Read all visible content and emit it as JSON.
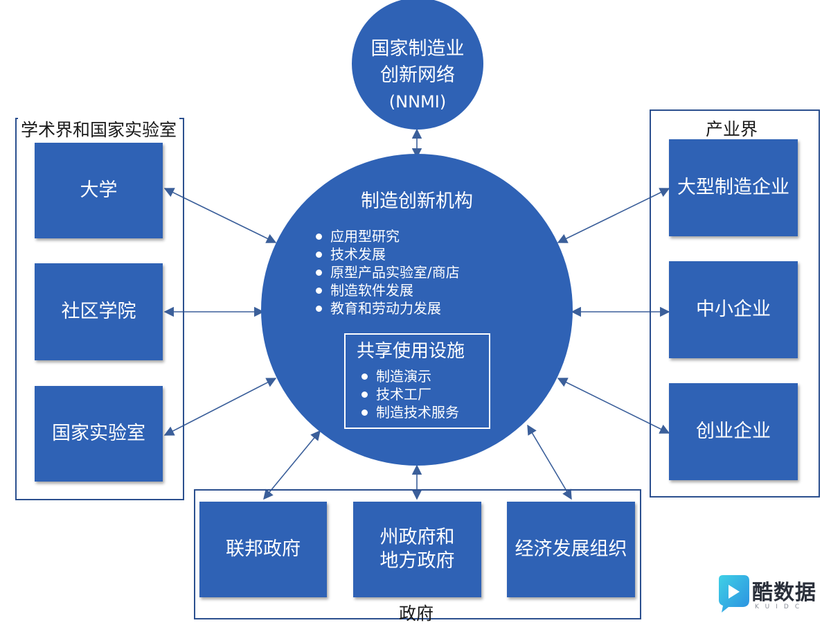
{
  "top_circle": {
    "lines": [
      "国家制造业",
      "创新网络",
      "(NNMI)"
    ]
  },
  "hub": {
    "title": "制造创新机构",
    "bullets": [
      "应用型研究",
      "技术发展",
      "原型产品实验室/商店",
      "制造软件发展",
      "教育和劳动力发展"
    ],
    "shared": {
      "title": "共享使用设施",
      "bullets": [
        "制造演示",
        "技术工厂",
        "制造技术服务"
      ]
    }
  },
  "left_group": {
    "title": "学术界和国家实验室",
    "items": [
      "大学",
      "社区学院",
      "国家实验室"
    ]
  },
  "right_group": {
    "title": "产业界",
    "items": [
      "大型制造企业",
      "中小企业",
      "创业企业"
    ]
  },
  "bottom_group": {
    "title": "政府",
    "items": [
      {
        "line1": "联邦政府",
        "line2": ""
      },
      {
        "line1": "州政府和",
        "line2": "地方政府"
      },
      {
        "line1": "经济发展组织",
        "line2": ""
      }
    ]
  },
  "watermark": {
    "text": "酷数据",
    "sub": "KUIDC"
  },
  "colors": {
    "node_blue": "#2f62b5",
    "frame": "#2b4f8e",
    "arrow": "#3b5f9a"
  }
}
